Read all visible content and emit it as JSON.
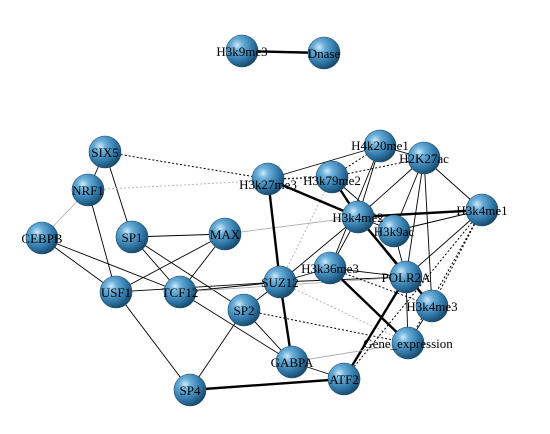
{
  "graph": {
    "nodes": [
      {
        "id": "H3k9me3",
        "label": "H3k9me3"
      },
      {
        "id": "Dnase",
        "label": "Dnase"
      },
      {
        "id": "SIX5",
        "label": "SIX5"
      },
      {
        "id": "NRF1",
        "label": "NRF1"
      },
      {
        "id": "CEBPB",
        "label": "CEBPB"
      },
      {
        "id": "SP1",
        "label": "SP1"
      },
      {
        "id": "MAX",
        "label": "MAX"
      },
      {
        "id": "USF1",
        "label": "USF1"
      },
      {
        "id": "TCF12",
        "label": "TCF12"
      },
      {
        "id": "SP2",
        "label": "SP2"
      },
      {
        "id": "SUZ12",
        "label": "SUZ12"
      },
      {
        "id": "GABPA",
        "label": "GABPA"
      },
      {
        "id": "SP4",
        "label": "SP4"
      },
      {
        "id": "ATF2",
        "label": "ATF2"
      },
      {
        "id": "H3k27me3",
        "label": "H3k27me3"
      },
      {
        "id": "H3k79me2",
        "label": "H3k79me2"
      },
      {
        "id": "H4k20me1",
        "label": "H4k20me1"
      },
      {
        "id": "H2K27ac",
        "label": "H2K27ac"
      },
      {
        "id": "H3k4me2",
        "label": "H3k4me2"
      },
      {
        "id": "H3k9ac",
        "label": "H3k9ac"
      },
      {
        "id": "H3k4me1",
        "label": "H3k4me1"
      },
      {
        "id": "H3k36me3",
        "label": "H3k36me3"
      },
      {
        "id": "POLR2A",
        "label": "POLR2A"
      },
      {
        "id": "H3k4me3",
        "label": "H3k4me3"
      },
      {
        "id": "Gene_expression",
        "label": "Gene_expression"
      }
    ],
    "edges": [
      {
        "source": "H3k9me3",
        "target": "Dnase",
        "style": "thick"
      },
      {
        "source": "SIX5",
        "target": "NRF1",
        "style": "thin"
      },
      {
        "source": "SIX5",
        "target": "SP1",
        "style": "thin"
      },
      {
        "source": "SIX5",
        "target": "H3k27me3",
        "style": "dotted"
      },
      {
        "source": "NRF1",
        "target": "CEBPB",
        "style": "light"
      },
      {
        "source": "NRF1",
        "target": "USF1",
        "style": "thin"
      },
      {
        "source": "NRF1",
        "target": "H3k79me2",
        "style": "light-dotted"
      },
      {
        "source": "CEBPB",
        "target": "USF1",
        "style": "thin"
      },
      {
        "source": "CEBPB",
        "target": "TCF12",
        "style": "thin"
      },
      {
        "source": "SP1",
        "target": "MAX",
        "style": "thin"
      },
      {
        "source": "SP1",
        "target": "TCF12",
        "style": "thin"
      },
      {
        "source": "SP1",
        "target": "SP2",
        "style": "thin"
      },
      {
        "source": "MAX",
        "target": "USF1",
        "style": "thin"
      },
      {
        "source": "MAX",
        "target": "TCF12",
        "style": "thin"
      },
      {
        "source": "MAX",
        "target": "H3k4me2",
        "style": "light"
      },
      {
        "source": "USF1",
        "target": "SP4",
        "style": "thin"
      },
      {
        "source": "USF1",
        "target": "SUZ12",
        "style": "thin"
      },
      {
        "source": "TCF12",
        "target": "GABPA",
        "style": "thin"
      },
      {
        "source": "TCF12",
        "target": "SUZ12",
        "style": "thin"
      },
      {
        "source": "SP2",
        "target": "GABPA",
        "style": "thin"
      },
      {
        "source": "SP2",
        "target": "SUZ12",
        "style": "thin"
      },
      {
        "source": "SP2",
        "target": "SP4",
        "style": "thin"
      },
      {
        "source": "SP4",
        "target": "ATF2",
        "style": "thick"
      },
      {
        "source": "GABPA",
        "target": "ATF2",
        "style": "thin"
      },
      {
        "source": "SUZ12",
        "target": "GABPA",
        "style": "thick"
      },
      {
        "source": "SUZ12",
        "target": "H3k27me3",
        "style": "thick"
      },
      {
        "source": "SUZ12",
        "target": "H3k4me2",
        "style": "thin"
      },
      {
        "source": "SUZ12",
        "target": "H3k36me3",
        "style": "thin"
      },
      {
        "source": "SUZ12",
        "target": "POLR2A",
        "style": "thin"
      },
      {
        "source": "SUZ12",
        "target": "Gene_expression",
        "style": "light-dotted"
      },
      {
        "source": "SUZ12",
        "target": "H3k79me2",
        "style": "light-dotted"
      },
      {
        "source": "TCF12",
        "target": "POLR2A",
        "style": "light"
      },
      {
        "source": "H3k27me3",
        "target": "H3k79me2",
        "style": "dotted"
      },
      {
        "source": "H3k27me3",
        "target": "H4k20me1",
        "style": "thin"
      },
      {
        "source": "H3k27me3",
        "target": "H3k4me2",
        "style": "thick"
      },
      {
        "source": "H3k79me2",
        "target": "H4k20me1",
        "style": "dotted"
      },
      {
        "source": "H3k79me2",
        "target": "H2K27ac",
        "style": "dotted"
      },
      {
        "source": "H3k79me2",
        "target": "H3k4me2",
        "style": "thick"
      },
      {
        "source": "H3k79me2",
        "target": "H3k9ac",
        "style": "thin"
      },
      {
        "source": "H4k20me1",
        "target": "H2K27ac",
        "style": "thin"
      },
      {
        "source": "H4k20me1",
        "target": "H3k4me2",
        "style": "thin"
      },
      {
        "source": "H4k20me1",
        "target": "H3k36me3",
        "style": "thin"
      },
      {
        "source": "H2K27ac",
        "target": "H3k4me2",
        "style": "thin"
      },
      {
        "source": "H2K27ac",
        "target": "H3k9ac",
        "style": "thin"
      },
      {
        "source": "H2K27ac",
        "target": "H3k4me1",
        "style": "thin"
      },
      {
        "source": "H2K27ac",
        "target": "POLR2A",
        "style": "thin"
      },
      {
        "source": "H2K27ac",
        "target": "H3k4me3",
        "style": "thin"
      },
      {
        "source": "H3k4me2",
        "target": "H3k9ac",
        "style": "thin"
      },
      {
        "source": "H3k4me2",
        "target": "H3k4me1",
        "style": "thick"
      },
      {
        "source": "H3k4me2",
        "target": "POLR2A",
        "style": "thin"
      },
      {
        "source": "H3k4me2",
        "target": "H3k4me3",
        "style": "thick"
      },
      {
        "source": "H3k4me2",
        "target": "H3k36me3",
        "style": "thin"
      },
      {
        "source": "H3k9ac",
        "target": "POLR2A",
        "style": "thin"
      },
      {
        "source": "H3k9ac",
        "target": "H3k4me1",
        "style": "thin"
      },
      {
        "source": "H3k4me1",
        "target": "POLR2A",
        "style": "thin"
      },
      {
        "source": "H3k4me1",
        "target": "H3k4me3",
        "style": "dotted"
      },
      {
        "source": "H3k4me1",
        "target": "Gene_expression",
        "style": "dotted"
      },
      {
        "source": "H3k36me3",
        "target": "POLR2A",
        "style": "thin"
      },
      {
        "source": "H3k36me3",
        "target": "Gene_expression",
        "style": "thick"
      },
      {
        "source": "H3k36me3",
        "target": "H3k4me3",
        "style": "dotted"
      },
      {
        "source": "POLR2A",
        "target": "H3k4me3",
        "style": "thin"
      },
      {
        "source": "POLR2A",
        "target": "ATF2",
        "style": "thick"
      },
      {
        "source": "POLR2A",
        "target": "Gene_expression",
        "style": "thin"
      },
      {
        "source": "H3k4me3",
        "target": "Gene_expression",
        "style": "thin"
      },
      {
        "source": "GABPA",
        "target": "Gene_expression",
        "style": "light"
      },
      {
        "source": "ATF2",
        "target": "H3k4me1",
        "style": "dotted"
      },
      {
        "source": "SP2",
        "target": "Gene_expression",
        "style": "dotted"
      }
    ]
  },
  "colors": {
    "node_fill": "#3a86b8",
    "node_highlight": "#a8d4ee",
    "node_shadow": "#1d4d6e",
    "edge": "#000000",
    "edge_light": "#b0b0b0",
    "label": "#000000"
  }
}
